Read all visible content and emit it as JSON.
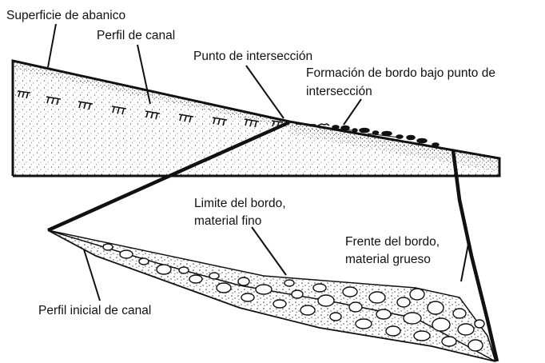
{
  "labels": {
    "fan_surface": "Superficie de abanico",
    "channel_profile": "Perfil de canal",
    "intersection_point": "Punto de intersección",
    "lobe_formation_line1": "Formación de bordo bajo punto de",
    "lobe_formation_line2": "intersección",
    "lobe_limit_line1": "Limite del bordo,",
    "lobe_limit_line2": "material fino",
    "lobe_front_line1": "Frente del bordo,",
    "lobe_front_line2": "material grueso",
    "initial_channel_profile": "Perfil inicial de canal"
  },
  "colors": {
    "ink": "#111111",
    "background": "#ffffff"
  }
}
